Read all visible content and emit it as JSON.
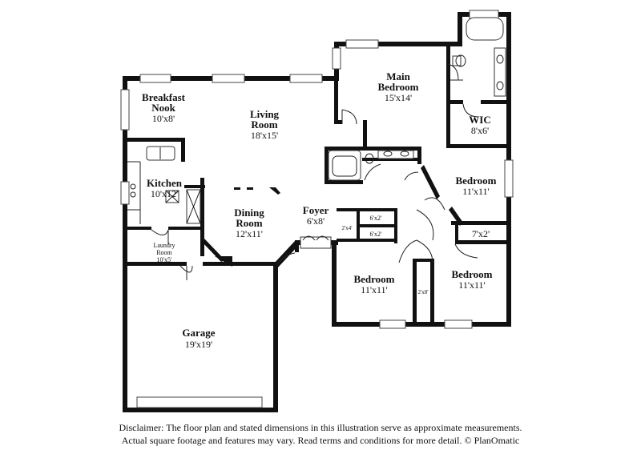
{
  "rooms": {
    "breakfast_nook": {
      "name_line1": "Breakfast",
      "name_line2": "Nook",
      "size": "10'x8'"
    },
    "living_room": {
      "name_line1": "Living",
      "name_line2": "Room",
      "size": "18'x15'"
    },
    "main_bedroom": {
      "name_line1": "Main",
      "name_line2": "Bedroom",
      "size": "15'x14'"
    },
    "wic": {
      "name": "WIC",
      "size": "8'x6'"
    },
    "kitchen": {
      "name": "Kitchen",
      "size": "10'x12'"
    },
    "dining_room": {
      "name_line1": "Dining",
      "name_line2": "Room",
      "size": "12'x11'"
    },
    "foyer": {
      "name": "Foyer",
      "size": "6'x8'"
    },
    "bedroom_east": {
      "name": "Bedroom",
      "size": "11'x11'"
    },
    "closet_east": {
      "size": "7'x2'"
    },
    "closet_a": {
      "size": "6'x2'"
    },
    "closet_b": {
      "size": "6'x2'"
    },
    "closet_c": {
      "size": "2'x4'"
    },
    "closet_d": {
      "size": "2'x8'"
    },
    "laundry_room": {
      "name_line1": "Laundry",
      "name_line2": "Room",
      "size": "10'x5'"
    },
    "bedroom_southwest": {
      "name": "Bedroom",
      "size": "11'x11'"
    },
    "bedroom_southeast": {
      "name": "Bedroom",
      "size": "11'x11'"
    },
    "garage": {
      "name": "Garage",
      "size": "19'x19'"
    }
  },
  "disclaimer": {
    "line1": "Disclaimer: The floor plan and stated dimensions in this illustration serve as approximate measurements.",
    "line2": "Actual square footage and features may vary. Read terms and conditions for more detail. © PlanOmatic"
  }
}
